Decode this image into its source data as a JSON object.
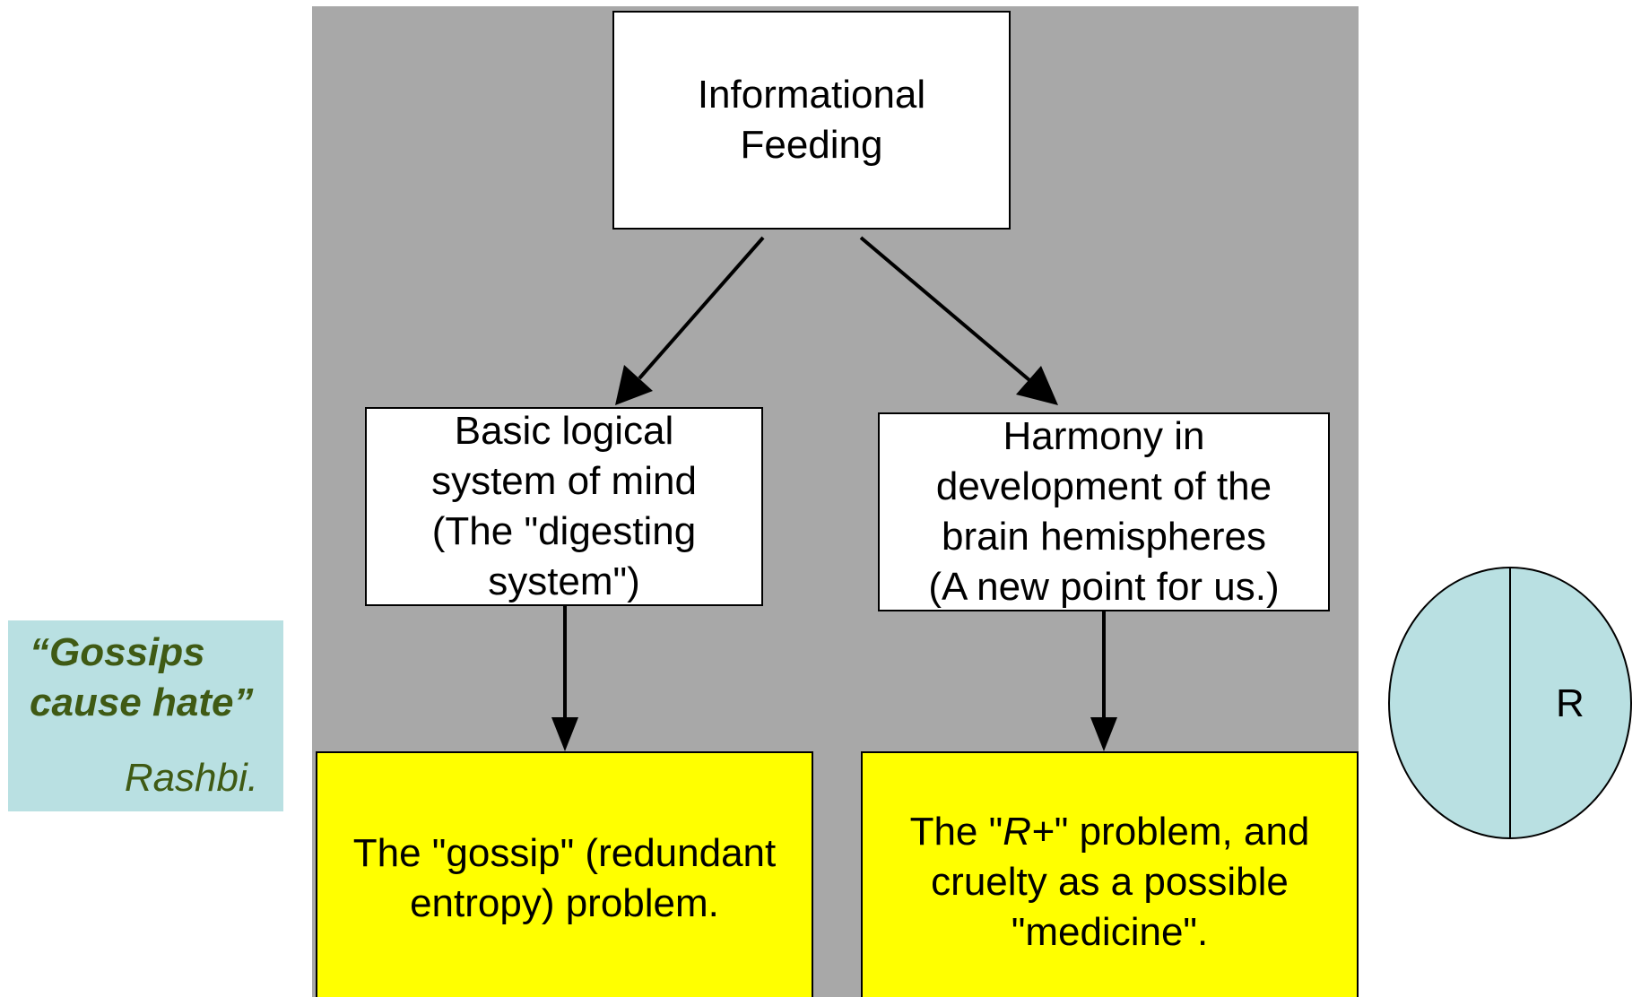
{
  "diagram": {
    "root": {
      "lines": [
        "Informational",
        "Feeding"
      ]
    },
    "left_node": {
      "lines": [
        "Basic logical",
        "system of mind",
        "(The \"digesting",
        "system\")"
      ]
    },
    "right_node": {
      "lines": [
        "Harmony in",
        "development of the",
        "brain hemispheres",
        "(A new point for us.)"
      ]
    },
    "left_outcome": {
      "lines": [
        "The \"gossip\" (redundant",
        "entropy) problem."
      ]
    },
    "right_outcome": {
      "line1_before": "The \"",
      "line1_italic": "R+",
      "line1_after": "\" problem, and",
      "line2": "cruelty as a possible",
      "line3": "\"medicine\"."
    }
  },
  "quote": {
    "text_line1": "“Gossips",
    "text_line2": "cause hate”",
    "author": "Rashbi."
  },
  "brain_figure": {
    "right_label": "R",
    "fill_color": "#b9e0e2"
  },
  "colors": {
    "panel": "#a8a8a8",
    "outcome_fill": "#ffff00",
    "quote_text": "#3f5a14",
    "quote_bg": "#b9e0e2"
  }
}
